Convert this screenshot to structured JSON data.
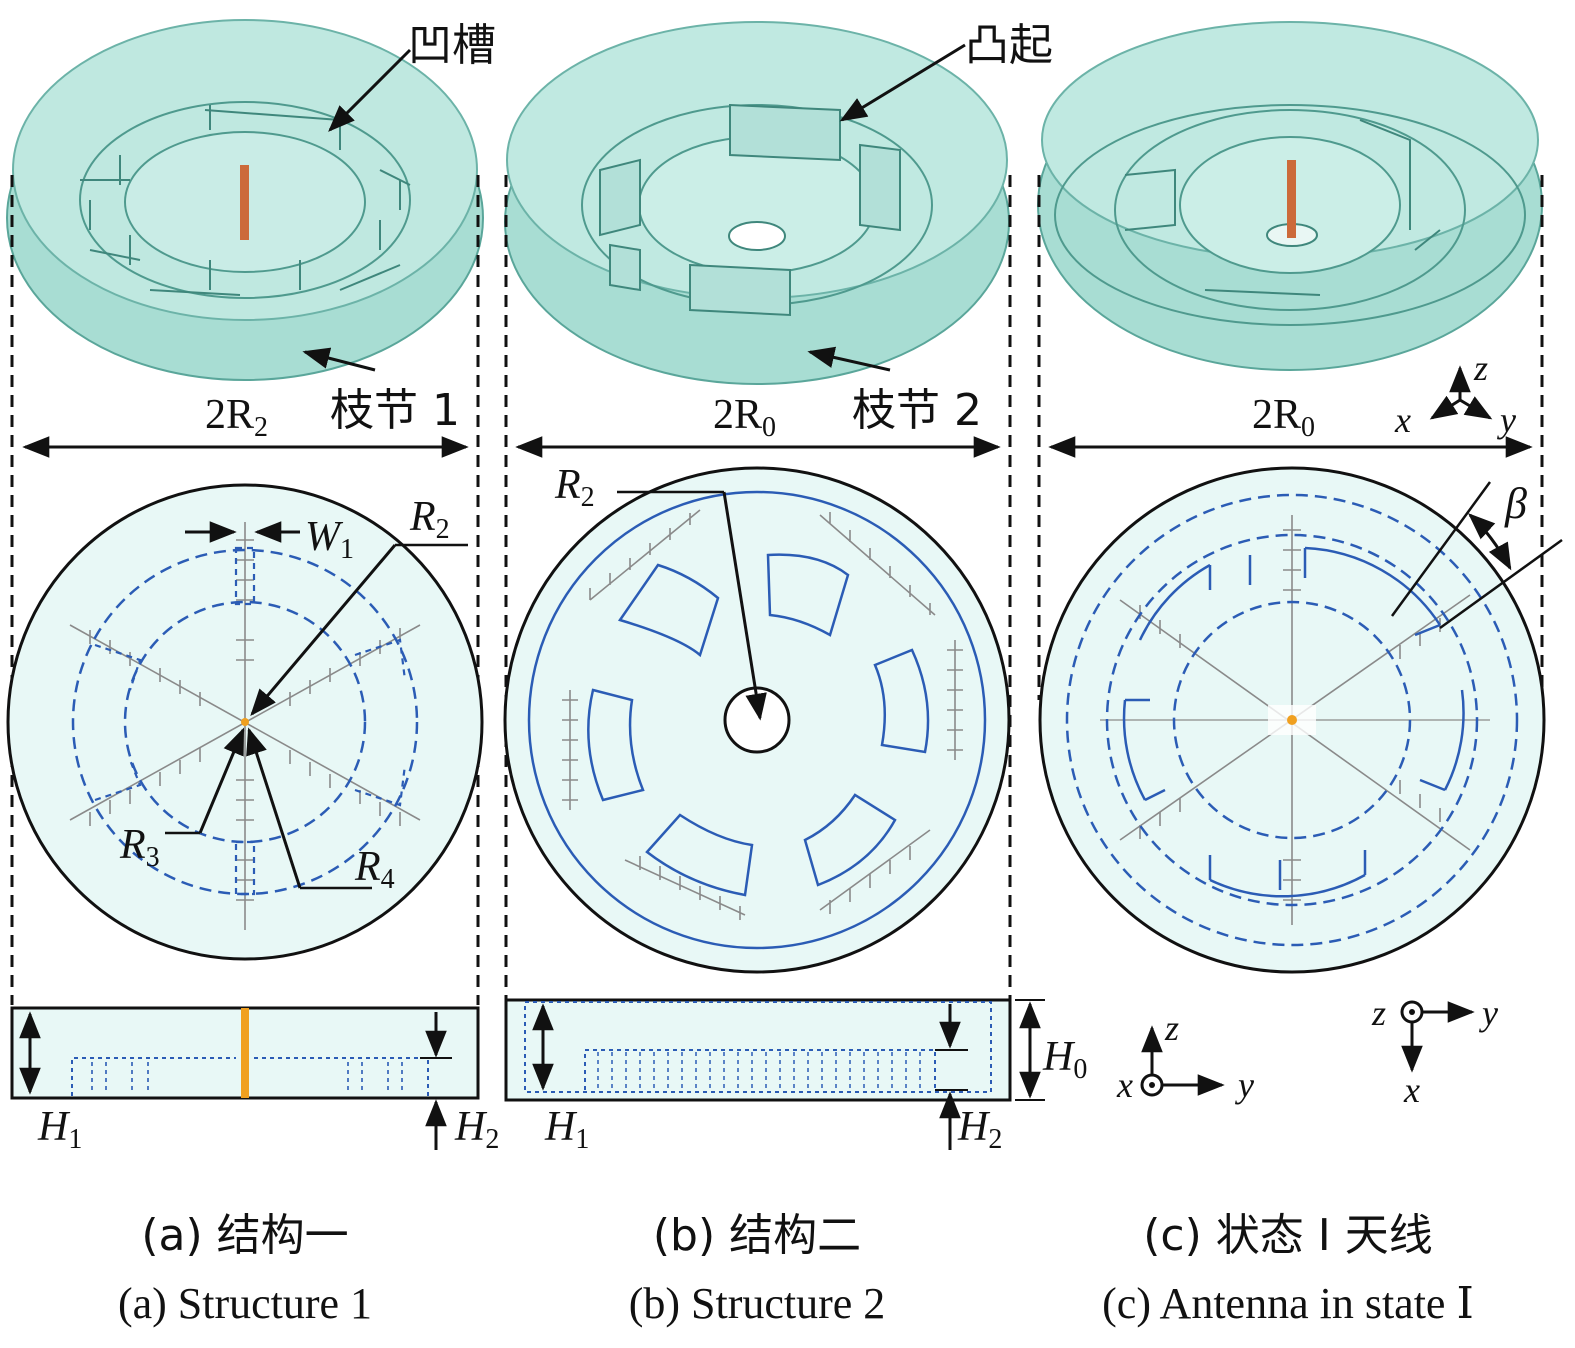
{
  "panels": [
    {
      "id": "a",
      "callouts": {
        "groove": "凹槽",
        "stub": "枝节 1"
      },
      "width_dim": {
        "base": "2R",
        "sub": "2"
      },
      "top_labels": {
        "W": {
          "base": "W",
          "sub": "1"
        },
        "R2": {
          "base": "R",
          "sub": "2"
        },
        "R3": {
          "base": "R",
          "sub": "3"
        },
        "R4": {
          "base": "R",
          "sub": "4"
        }
      },
      "side_labels": {
        "H1": {
          "base": "H",
          "sub": "1"
        },
        "H2": {
          "base": "H",
          "sub": "2"
        }
      },
      "caption_cn": "(a) 结构一",
      "caption_en": "(a) Structure 1"
    },
    {
      "id": "b",
      "callouts": {
        "bump": "凸起",
        "stub": "枝节 2"
      },
      "width_dim": {
        "base": "2R",
        "sub": "0"
      },
      "top_labels": {
        "R2": {
          "base": "R",
          "sub": "2"
        }
      },
      "side_labels": {
        "H0": {
          "base": "H",
          "sub": "0"
        },
        "H1": {
          "base": "H",
          "sub": "1"
        },
        "H2": {
          "base": "H",
          "sub": "2"
        }
      },
      "caption_cn": "(b) 结构二",
      "caption_en": "(b) Structure 2"
    },
    {
      "id": "c",
      "width_dim": {
        "base": "2R",
        "sub": "0"
      },
      "top_labels": {
        "beta": "β"
      },
      "caption_cn": "(c) 状态 Ⅰ 天线",
      "caption_en": "(c) Antenna in state Ⅰ"
    }
  ],
  "axes": {
    "iso": {
      "x": "x",
      "y": "y",
      "z": "z"
    },
    "side": {
      "x": "x",
      "y": "y",
      "z": "z"
    },
    "top": {
      "x": "x",
      "y": "y",
      "z": "z"
    }
  },
  "colors": {
    "substrate_fill": "#d5f1ee",
    "substrate_3d": "#a8ddd3",
    "substrate_edge": "#5aa69a",
    "blue_line": "#2b5cb5",
    "feed": "#f0a020",
    "feed_3d": "#cc6a3a",
    "grid_gray": "#8a8a8a"
  }
}
